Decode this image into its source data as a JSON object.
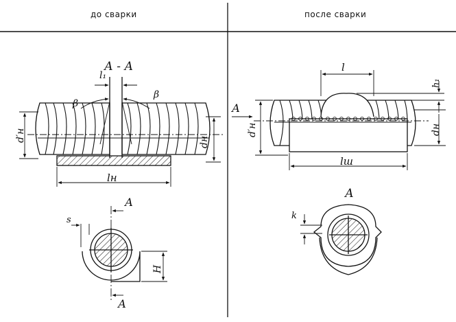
{
  "headers": {
    "before": "до сварки",
    "after": "после сварки"
  },
  "left": {
    "section_title": "А - А",
    "label_l1": "l₁",
    "label_beta_left": "β",
    "label_beta_right": "β",
    "label_dn_prime": "d′н",
    "label_dn": "dн",
    "label_ln": "lн",
    "label_s": "s",
    "label_A_top": "А",
    "label_A_bottom": "А",
    "label_H": "Н"
  },
  "right": {
    "label_A_arrow": "А",
    "label_l": "l",
    "label_h1": "h₁",
    "label_dn_prime": "d′н",
    "label_dn": "dн",
    "label_lsh": "lш",
    "section_title": "А",
    "label_k": "k"
  }
}
